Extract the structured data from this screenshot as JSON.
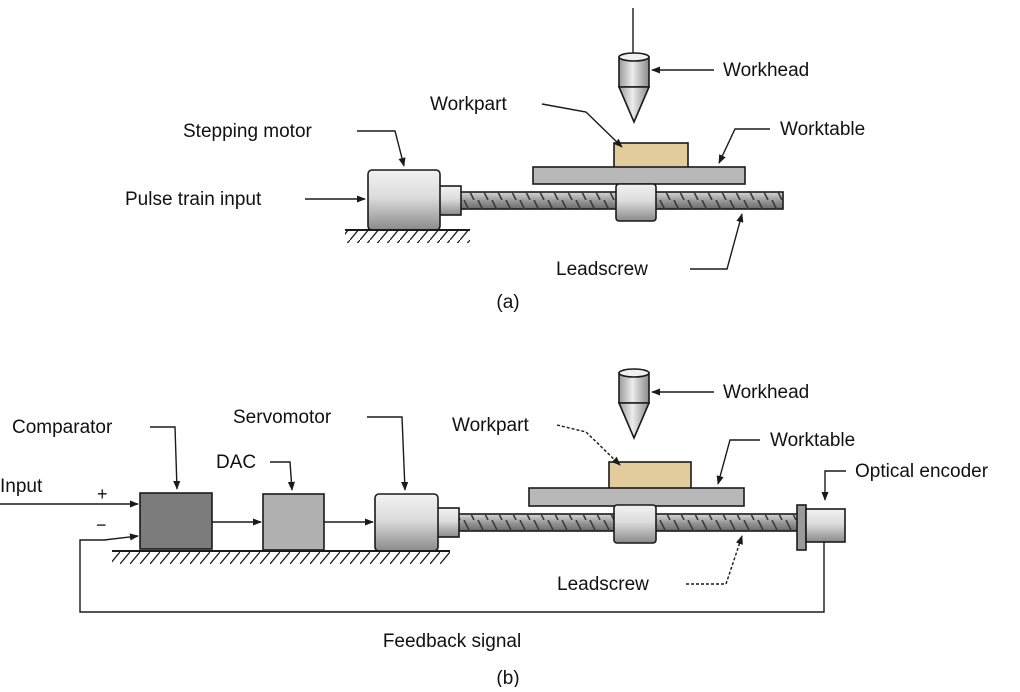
{
  "colors": {
    "workpart": "#e2cc9c",
    "comparator": "#7c7c7c",
    "dac": "#b0b0b0",
    "table": "#b8b8b8",
    "motor_light": "#e8e8e8",
    "motor_dark": "#8a8a8a"
  },
  "panel_a": {
    "caption": "(a)",
    "labels": {
      "workhead": "Workhead",
      "workpart": "Workpart",
      "worktable": "Worktable",
      "stepping_motor": "Stepping motor",
      "pulse_train_input": "Pulse train input",
      "leadscrew": "Leadscrew"
    }
  },
  "panel_b": {
    "caption": "(b)",
    "labels": {
      "workhead": "Workhead",
      "workpart": "Workpart",
      "worktable": "Worktable",
      "servomotor": "Servomotor",
      "comparator": "Comparator",
      "dac": "DAC",
      "input": "Input",
      "plus": "+",
      "minus": "−",
      "optical_encoder": "Optical encoder",
      "leadscrew": "Leadscrew",
      "feedback_signal": "Feedback signal"
    }
  }
}
